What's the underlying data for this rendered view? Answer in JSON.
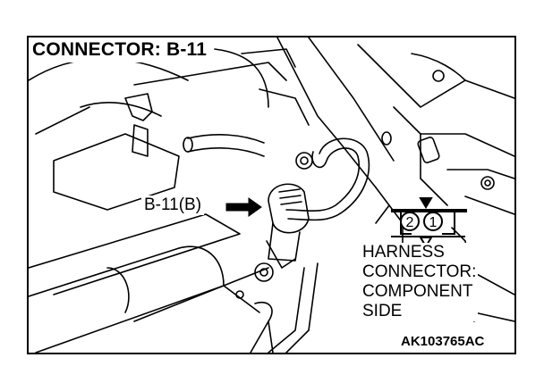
{
  "diagram": {
    "title": "CONNECTOR: B-11",
    "callout_label": "B-11(B)",
    "harness_lines": [
      "HARNESS",
      "CONNECTOR:",
      "COMPONENT",
      "SIDE"
    ],
    "pins": [
      "2",
      "1"
    ],
    "figure_code": "AK103765AC",
    "colors": {
      "ink": "#000000",
      "paper": "#ffffff"
    },
    "icons": {
      "arrow": "arrow-right-icon",
      "connector": "connector-face-icon"
    }
  }
}
